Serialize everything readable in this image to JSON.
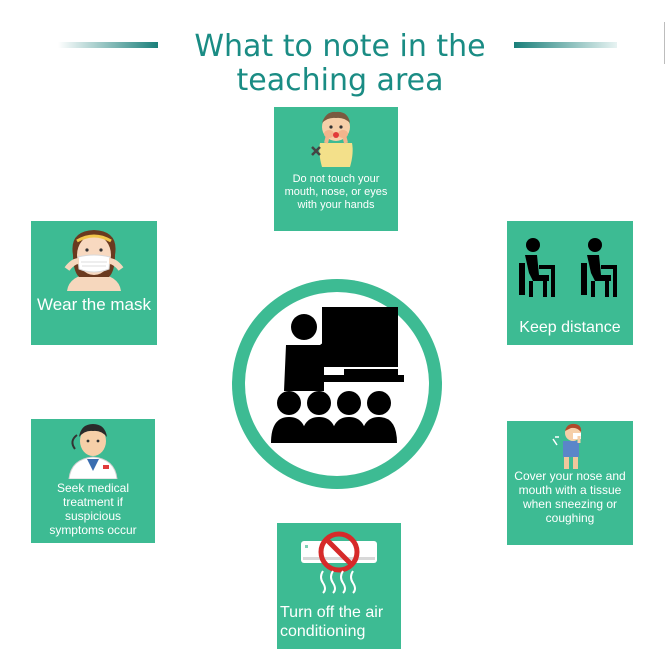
{
  "title": "What to note in the teaching area",
  "title_lines": [
    "What to note in the",
    "teaching area"
  ],
  "cards": {
    "touch": "Do not touch your mouth, nose, or eyes with your hands",
    "mask": "Wear the mask",
    "distance": "Keep distance",
    "medical": "Seek medical treatment if suspicious symptoms occur",
    "tissue": "Cover your nose and mouth with a tissue when sneezing or coughing",
    "ac": "Turn off the air conditioning"
  },
  "colors": {
    "accent": "#1a8c84",
    "card": "#3dbb93",
    "ring": "#3dbb93",
    "prohibit": "#d62a2a"
  },
  "icons": {
    "touch": "child-touching-face-icon",
    "mask": "woman-wearing-mask-icon",
    "distance": "two-seated-students-icon",
    "medical": "doctor-icon",
    "tissue": "boy-sneezing-icon",
    "ac": "no-air-conditioner-icon",
    "center": "teacher-classroom-icon"
  }
}
